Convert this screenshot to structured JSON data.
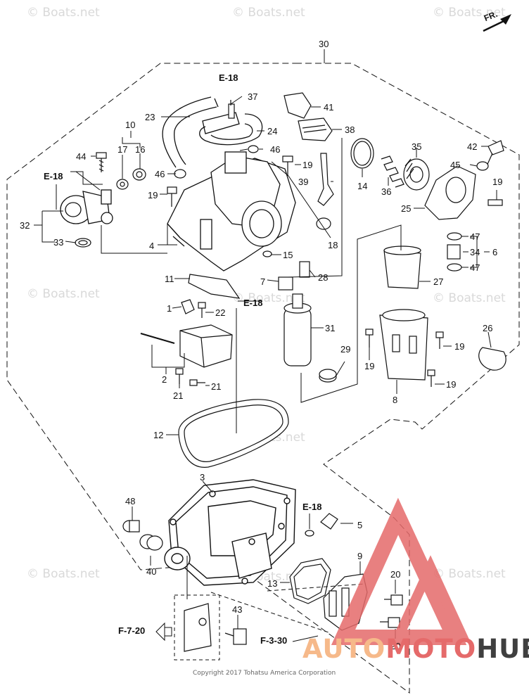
{
  "watermarks": [
    "© Boats.net",
    "© Boats.net",
    "© Boats.net",
    "© Boats.net",
    "© Boats.net",
    "© Boats.net",
    "© Boats.net",
    "© Boats.net",
    "© Boats.net",
    "© Boats.net"
  ],
  "direction_label": "FR.",
  "assembly_number": "30",
  "part_labels": [
    "1",
    "2",
    "3",
    "4",
    "5",
    "6",
    "7",
    "8",
    "9",
    "10",
    "11",
    "12",
    "13",
    "14",
    "15",
    "16",
    "17",
    "18",
    "19",
    "19",
    "19",
    "19",
    "19",
    "19",
    "20",
    "20",
    "21",
    "21",
    "22",
    "23",
    "24",
    "25",
    "26",
    "27",
    "28",
    "29",
    "31",
    "32",
    "33",
    "34",
    "35",
    "36",
    "37",
    "38",
    "39",
    "40",
    "41",
    "42",
    "43",
    "44",
    "45",
    "46",
    "46",
    "47",
    "47",
    "48"
  ],
  "reference_labels": [
    "E-18",
    "E-18",
    "E-18",
    "E-18",
    "F-7-20",
    "F-3-30"
  ],
  "copyright": "Copyright 2017 Tohatsu America Corporation",
  "brand": {
    "part1": "AUTO",
    "part2": "MOTO",
    "part3": "HUB"
  },
  "colors": {
    "line": "#111111",
    "watermark": "#d9d9d9",
    "logo_red": "#e56a6a",
    "logo_orange": "#f6b98a",
    "logo_dark": "#3f3f3f"
  }
}
